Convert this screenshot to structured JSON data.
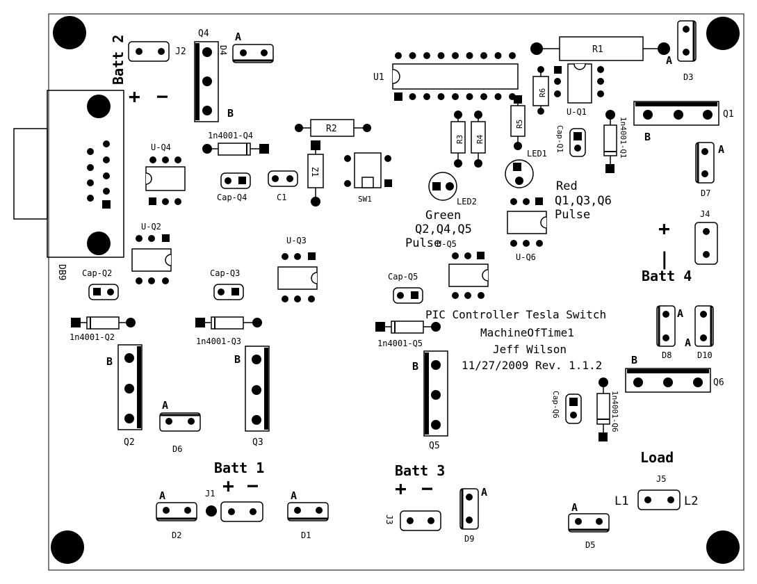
{
  "board": {
    "title": "PIC Controller Tesla Switch",
    "author_handle": "MachineOfTime1",
    "author": "Jeff Wilson",
    "date_rev": "11/27/2009 Rev. 1.1.2"
  },
  "batteries": {
    "batt1": "Batt 1",
    "batt2": "Batt 2",
    "batt3": "Batt 3",
    "batt4": "Batt 4",
    "load": "Load",
    "plus": "+",
    "minus": "−",
    "minus_vertical": "|"
  },
  "labels": {
    "Q1": "Q1",
    "Q2": "Q2",
    "Q3": "Q3",
    "Q4": "Q4",
    "Q5": "Q5",
    "Q6": "Q6",
    "B": "B",
    "A": "A",
    "D1": "D1",
    "D2": "D2",
    "D3": "D3",
    "D4": "D4",
    "D5": "D5",
    "D6": "D6",
    "D7": "D7",
    "D8": "D8",
    "D9": "D9",
    "D10": "D10",
    "J1": "J1",
    "J2": "J2",
    "J3": "J3",
    "J4": "J4",
    "J5": "J5",
    "R1": "R1",
    "R2": "R2",
    "R3": "R3",
    "R4": "R4",
    "R5": "R5",
    "R6": "R6",
    "U1": "U1",
    "UQ1": "U-Q1",
    "UQ2": "U-Q2",
    "UQ3": "U-Q3",
    "UQ4": "U-Q4",
    "UQ5": "U-Q5",
    "UQ6": "U-Q6",
    "CapQ1": "Cap-Q1",
    "CapQ2": "Cap-Q2",
    "CapQ3": "Cap-Q3",
    "CapQ4": "Cap-Q4",
    "CapQ5": "Cap-Q5",
    "CapQ6": "Cap-Q6",
    "C1": "C1",
    "DiodeQ1": "1n4001-Q1",
    "DiodeQ2": "1n4001-Q2",
    "DiodeQ3": "1n4001-Q3",
    "DiodeQ4": "1n4001-Q4",
    "DiodeQ5": "1n4001-Q5",
    "DiodeQ6": "1n4001-Q6",
    "Z1": "Z1",
    "SW1": "SW1",
    "LED1": "LED1",
    "LED2": "LED2",
    "DB9": "DB9",
    "L1": "L1",
    "L2": "L2",
    "red": "Red",
    "red_group": "Q1,Q3,Q6",
    "red_pulse": "Pulse",
    "green": "Green",
    "green_group": "Q2,Q4,Q5",
    "green_pulse": "Pulse"
  }
}
